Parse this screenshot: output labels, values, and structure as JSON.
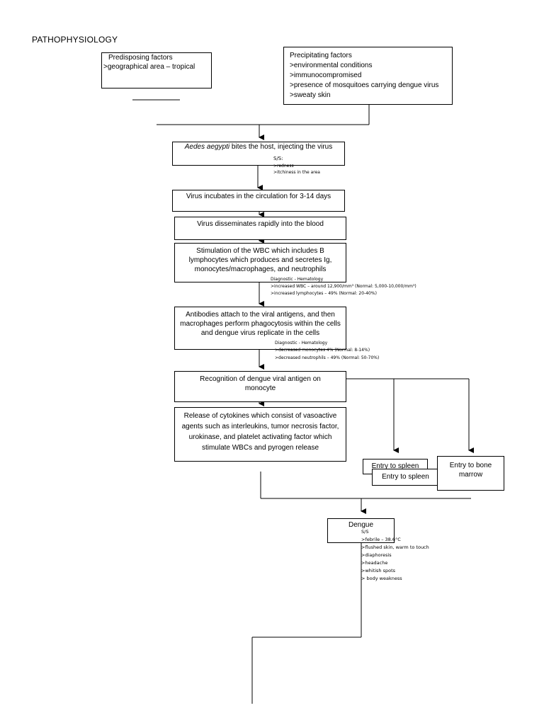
{
  "title": "PATHOPHYSIOLOGY",
  "predisposing": {
    "heading": "Predisposing factors",
    "items": [
      ">geographical area – tropical"
    ]
  },
  "precipitating": {
    "heading": "Precipitating factors",
    "items": [
      ">environmental conditions",
      ">immunocompromised",
      ">presence of mosquitoes carrying dengue virus",
      ">sweaty skin"
    ]
  },
  "steps": {
    "bite_italic": "Aedes aegypti",
    "bite_rest": " bites the host, injecting the virus",
    "incubation": "Virus incubates in the circulation for 3-14 days",
    "dissemination": "Virus disseminates rapidly into the blood",
    "stimulation": "Stimulation of the WBC which includes B lymphocytes which produces and secretes Ig, monocytes/macrophages, and neutrophils",
    "antibodies": "Antibodies attach to the viral antigens, and then macrophages perform phagocytosis within the cells and dengue virus replicate in the cells",
    "recognition": "Recognition of dengue viral antigen on monocyte",
    "cytokines": "Release of cytokines which consist of vasoactive agents such as interleukins, tumor necrosis factor, urokinase, and platelet activating factor which stimulate WBCs and pyrogen release",
    "spleen_a": "Entry to spleen",
    "spleen_b": "Entry to spleen",
    "bone_marrow": "Entry to bone marrow",
    "dengue": "Dengue"
  },
  "bite_ss": {
    "heading": "S/S:",
    "items": [
      ">redness",
      ">itchiness in the area"
    ]
  },
  "diag1": {
    "heading": "Diagnostic - Hematology",
    "items": [
      ">increased WBC – around 12,900/mm³ (Normal: 5,000-10,000/mm³)",
      ">increased lymphocytes – 49% (Normal: 20-40%)"
    ]
  },
  "diag2": {
    "heading": "Diagnostic - Hematology",
    "items": [
      ">decreased monocytes 4% (Normal: 8-14%)",
      ">decreased neutrophils – 49% (Normal: 50-70%)"
    ]
  },
  "dengue_ss": {
    "heading": "S/S",
    "items": [
      ">febrile – 38.6°C",
      ">flushed skin, warm to touch",
      ">diaphoresis",
      ">headache",
      ">whitish spots",
      "> body weakness"
    ]
  }
}
